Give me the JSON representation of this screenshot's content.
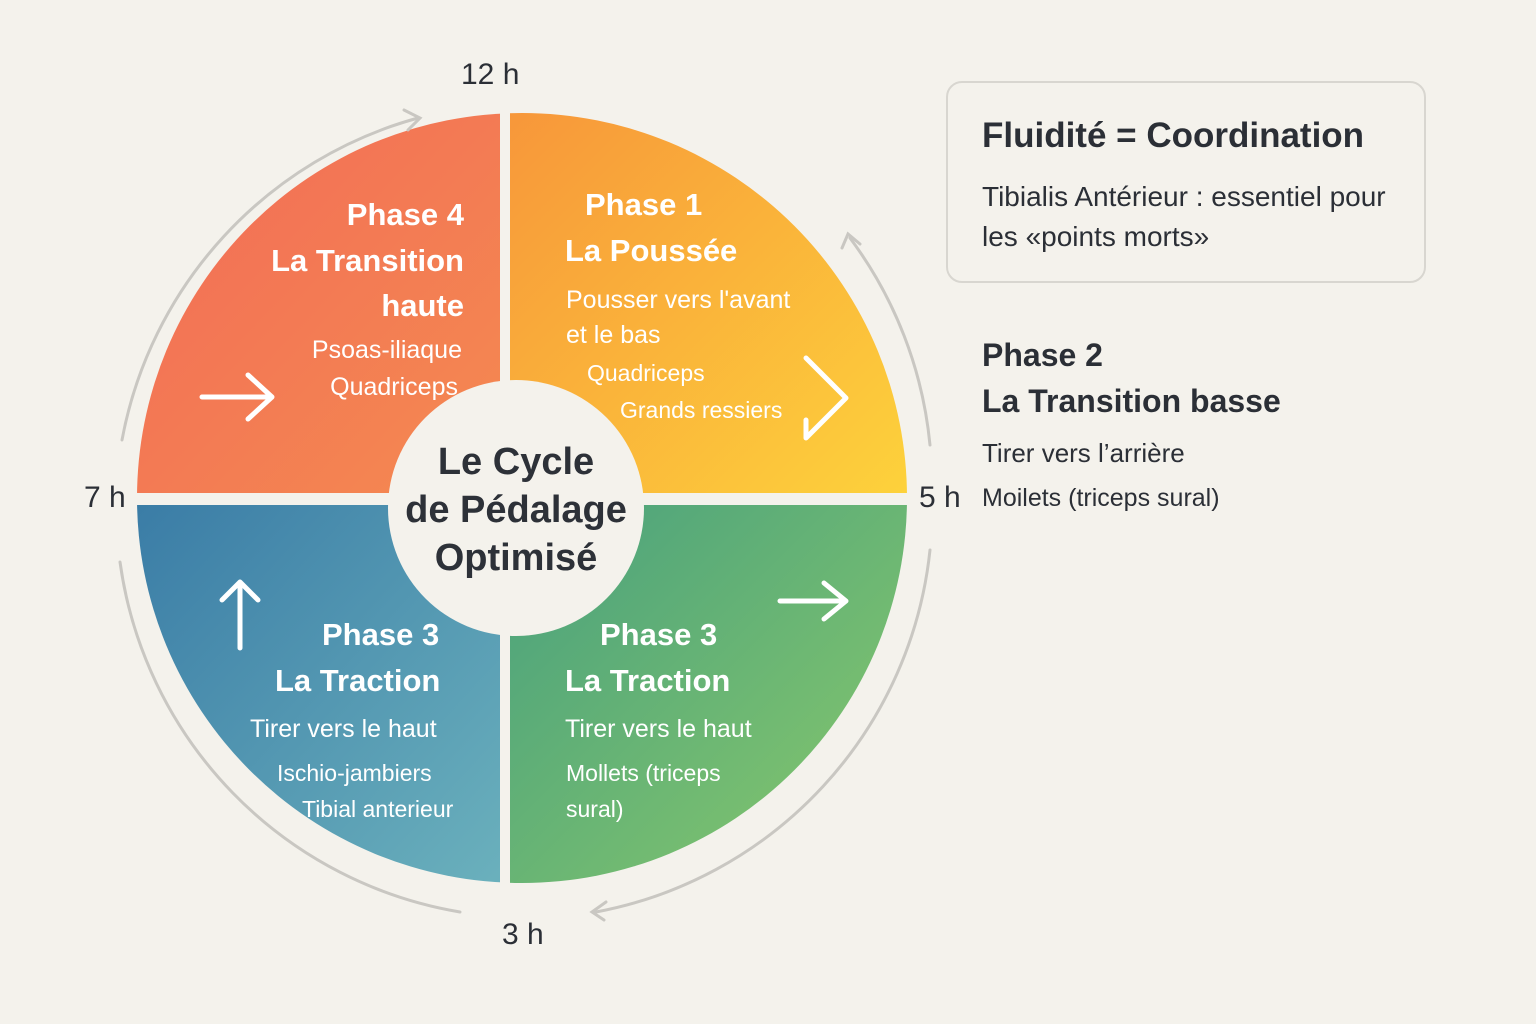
{
  "center_title": [
    "Le Cycle",
    "de Pédalage",
    "Optimisé"
  ],
  "clock_labels": {
    "top": "12 h",
    "right": "5 h",
    "bottom": "3 h",
    "left": "7 h"
  },
  "quadrants": {
    "top_right": {
      "phase": "Phase 1",
      "name": "La Poussée",
      "action": [
        "Pousser vers l'avant",
        "et le bas"
      ],
      "muscles": [
        "Quadriceps",
        "Grands ressiers"
      ],
      "color_start": "#f7963a",
      "color_end": "#fdd23b"
    },
    "top_left": {
      "phase": "Phase 4",
      "name": [
        "La Transition",
        "haute"
      ],
      "muscles": [
        "Psoas-iliaque",
        "Quadriceps"
      ],
      "color_start": "#f26a58",
      "color_end": "#f48a50"
    },
    "bottom_left": {
      "phase": "Phase 3",
      "name": "La Traction",
      "action": "Tirer vers le haut",
      "muscles": [
        "Ischio-jambiers",
        "Tibial anterieur"
      ],
      "color_start": "#3a7ca6",
      "color_end": "#6cb2bd"
    },
    "bottom_right": {
      "phase": "Phase 3",
      "name": "La Traction",
      "action": "Tirer vers le haut",
      "muscles": [
        "Mollets (triceps",
        "sural)"
      ],
      "color_start": "#48a07e",
      "color_end": "#8ccb6a"
    }
  },
  "info_box": {
    "title": "Fluidité = Coordination",
    "body": "Tibialis Antérieur : essentiel pour les «points morts»"
  },
  "phase2": {
    "phase": "Phase 2",
    "name": "La Transition basse",
    "action": "Tirer vers l’arrière",
    "muscles": "Moilets (triceps sural)"
  }
}
